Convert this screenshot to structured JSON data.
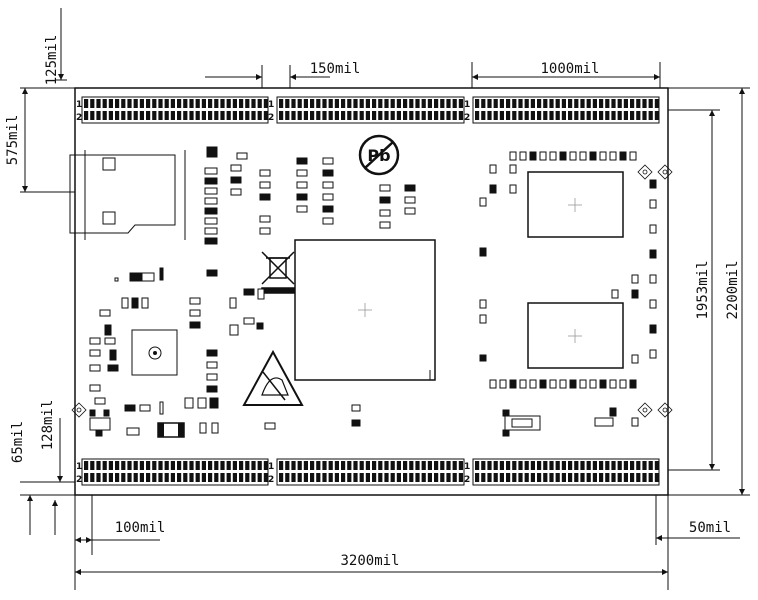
{
  "dimensions": {
    "top_offset": "125mil",
    "header_gap": "150mil",
    "header_span": "1000mil",
    "board_offset": "575mil",
    "hole_span": "1953mil",
    "board_height": "2200mil",
    "bottom_offset": "65mil",
    "bottom_offset2": "128mil",
    "left_margin": "100mil",
    "right_margin": "50mil",
    "board_width": "3200mil"
  },
  "header": {
    "pin1": "1",
    "pin2": "2"
  },
  "marks": {
    "pb_free": "Pb"
  },
  "colors": {
    "line": "#111111",
    "board": "#ffffff",
    "chip": "#ffffff",
    "crosshair": "#cfcfcf"
  },
  "icons": [
    "lead-free-icon",
    "weee-bin-icon",
    "esd-warning-icon",
    "sd-card-slot-icon"
  ]
}
